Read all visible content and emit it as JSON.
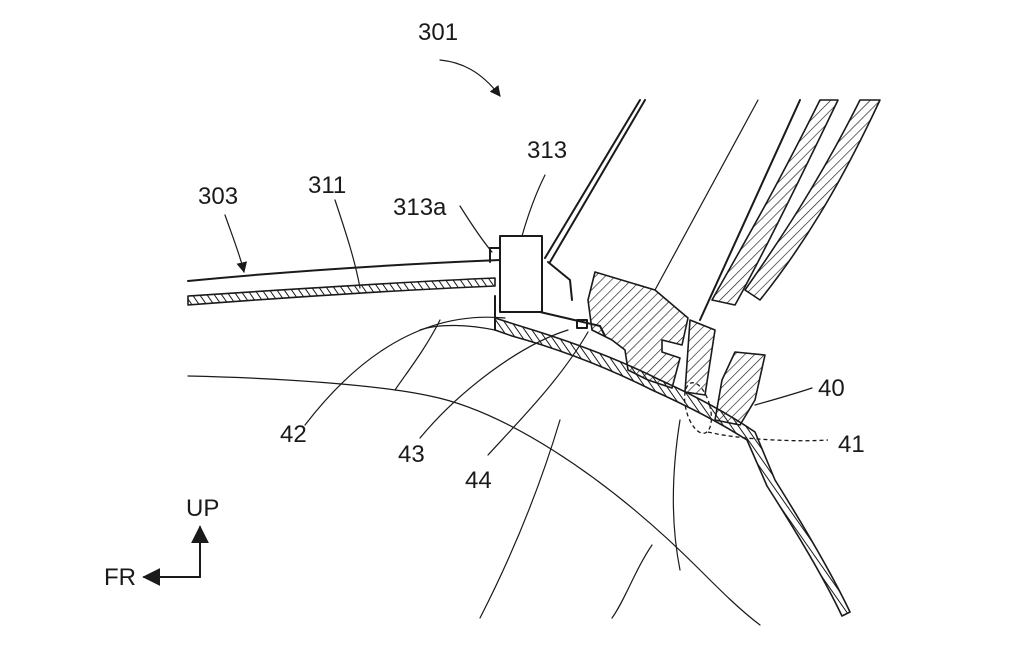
{
  "figure": {
    "labels": {
      "assembly": "301",
      "panel": "303",
      "sheet": "311",
      "bracket": "313",
      "bracket_tab": "313a",
      "part_40": "40",
      "part_41": "41",
      "part_42": "42",
      "part_43": "43",
      "part_44": "44"
    },
    "axes": {
      "up": "UP",
      "front": "FR"
    }
  }
}
